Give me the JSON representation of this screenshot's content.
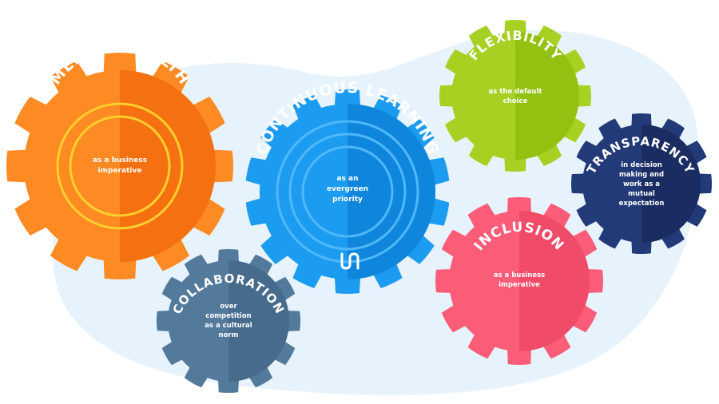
{
  "gears": [
    {
      "id": "mental-health",
      "title": "MENTAL HEALTH",
      "lines": [
        "as a business",
        "imperative"
      ],
      "colors": {
        "light": "#fd8a22",
        "dark": "#f57010",
        "ring": "#ffcf2e"
      }
    },
    {
      "id": "continuous-learning",
      "title": "CONTINUOUS LEARNING",
      "lines": [
        "as an",
        "evergreen",
        "priority"
      ],
      "colors": {
        "light": "#1c9cf0",
        "dark": "#0f86dc",
        "ring": "#4fb8fb"
      }
    },
    {
      "id": "flexibility",
      "title": "FLEXIBILITY",
      "lines": [
        "as the default",
        "choice"
      ],
      "colors": {
        "light": "#a6d123",
        "dark": "#93c111"
      }
    },
    {
      "id": "transparency",
      "title": "TRANSPARENCY",
      "lines": [
        "in decision",
        "making and",
        "work as a",
        "mutual",
        "expectation"
      ],
      "colors": {
        "light": "#233a78",
        "dark": "#1a2c62"
      }
    },
    {
      "id": "inclusion",
      "title": "INCLUSION",
      "lines": [
        "as a business",
        "imperative"
      ],
      "colors": {
        "light": "#fb5d78",
        "dark": "#f04b68"
      }
    },
    {
      "id": "collaboration",
      "title": "COLLABORATION",
      "lines": [
        "over",
        "competition",
        "as a cultural",
        "norm"
      ],
      "colors": {
        "light": "#53799b",
        "dark": "#466b8d"
      }
    }
  ],
  "background": {
    "blob": "#e7f3fc"
  }
}
